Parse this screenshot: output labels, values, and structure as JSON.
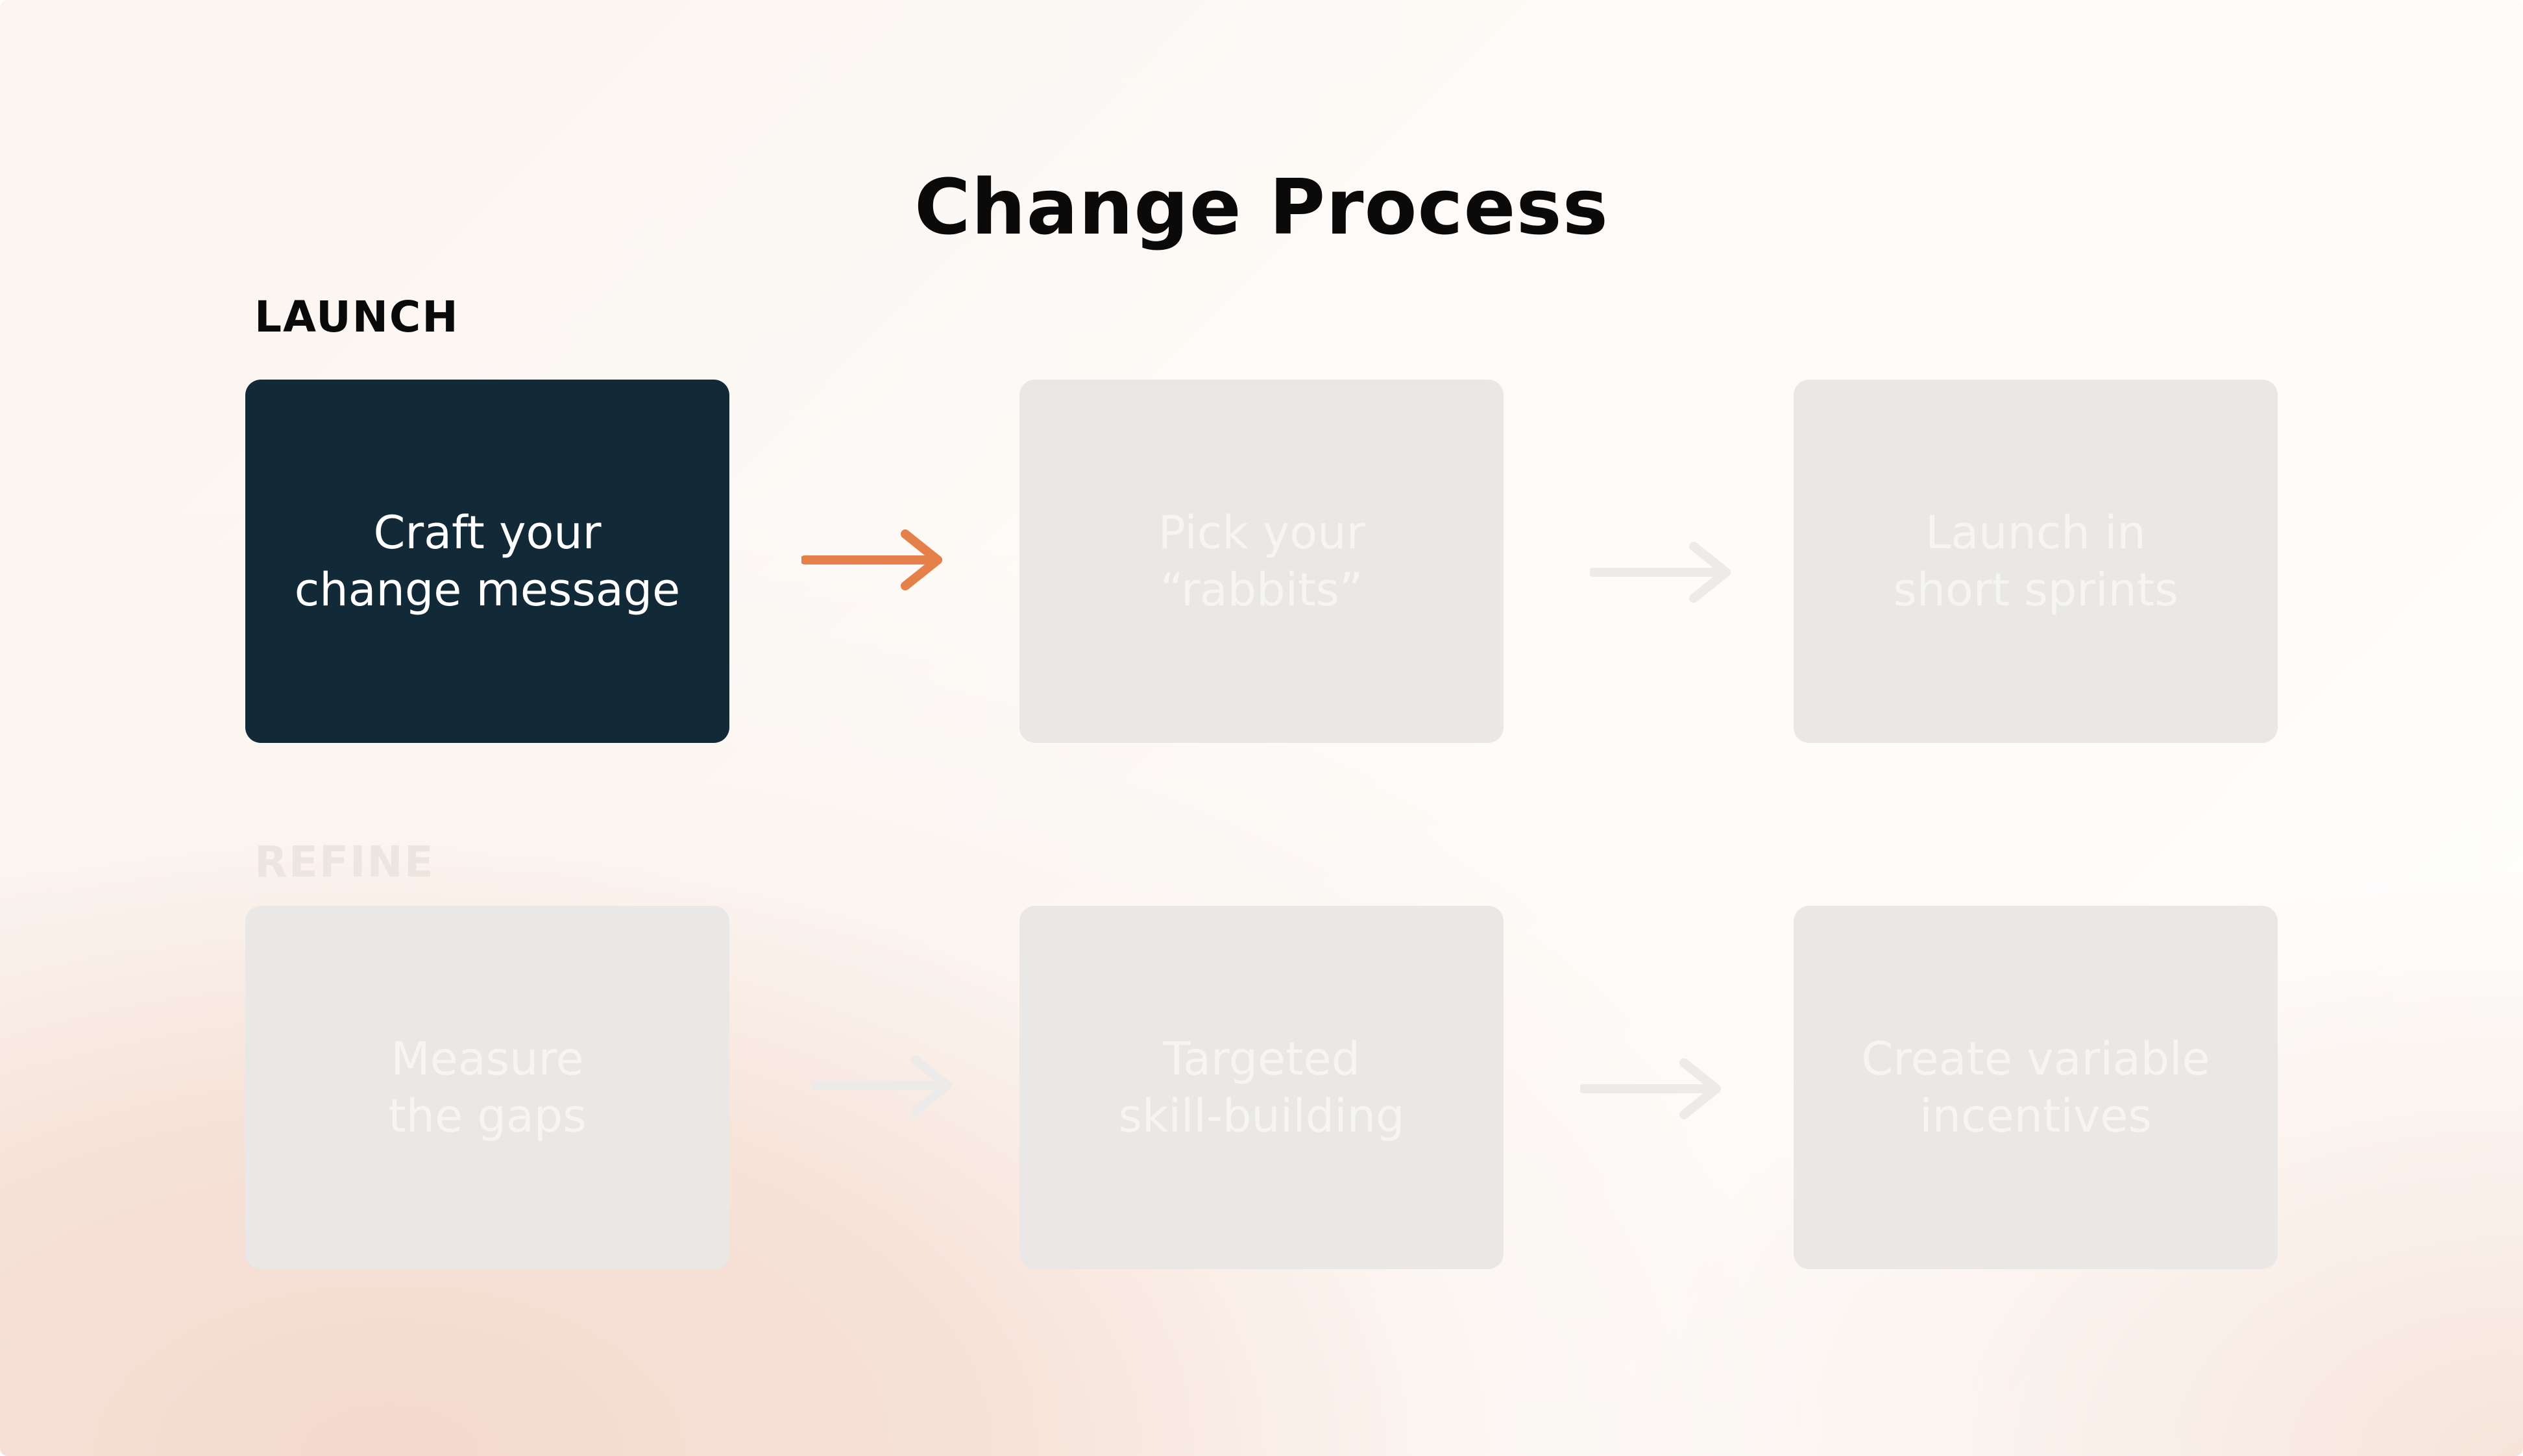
{
  "title": "Change Process",
  "colors": {
    "active_box": "#122a38",
    "inactive_box": "#e9e8e6",
    "active_arrow": "#e5804b",
    "inactive_arrow": "#ecebea"
  },
  "sections": [
    {
      "label": "LAUNCH",
      "steps": [
        {
          "label": "Craft your\nchange message",
          "state": "active"
        },
        {
          "label": "Pick your\n“rabbits”",
          "state": "inactive"
        },
        {
          "label": "Launch in\nshort sprints",
          "state": "inactive"
        }
      ]
    },
    {
      "label": "REFINE",
      "steps": [
        {
          "label": "Measure\nthe gaps",
          "state": "inactive"
        },
        {
          "label": "Targeted\nskill-building",
          "state": "inactive"
        },
        {
          "label": "Create variable\nincentives",
          "state": "inactive"
        }
      ]
    }
  ],
  "arrows": [
    {
      "from": "Craft your change message",
      "to": "Pick your “rabbits”",
      "state": "active",
      "icon": "arrow-right-icon"
    },
    {
      "from": "Pick your “rabbits”",
      "to": "Launch in short sprints",
      "state": "inactive",
      "icon": "arrow-right-icon"
    },
    {
      "from": "Measure the gaps",
      "to": "Targeted skill-building",
      "state": "inactive",
      "icon": "arrow-right-icon"
    },
    {
      "from": "Targeted skill-building",
      "to": "Create variable incentives",
      "state": "inactive",
      "icon": "arrow-right-icon"
    }
  ]
}
